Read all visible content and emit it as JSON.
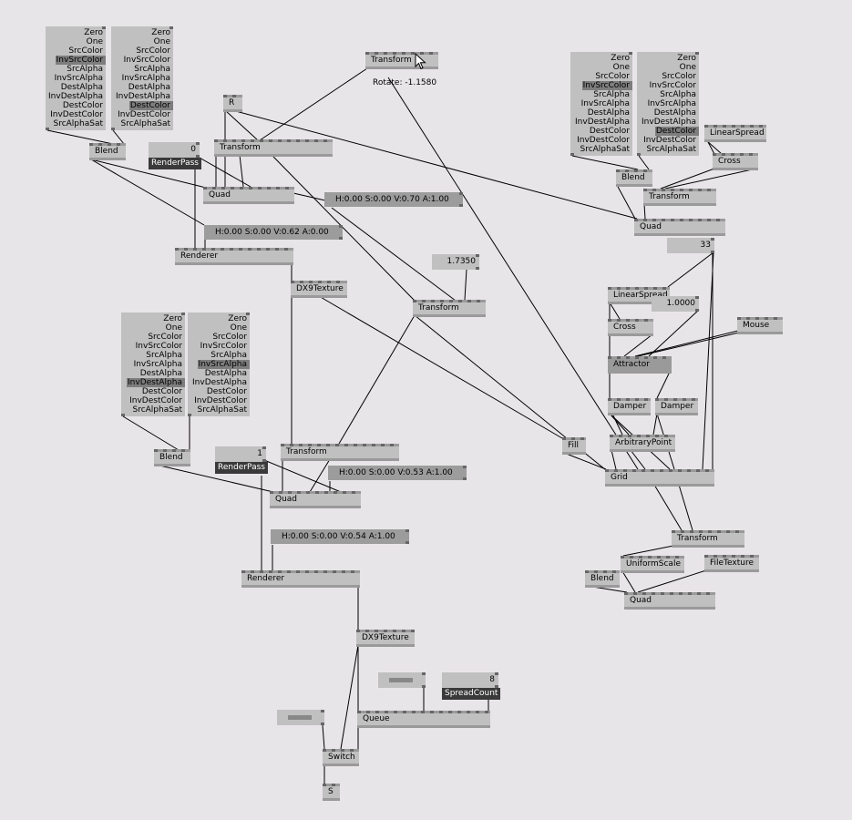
{
  "blend_modes": [
    "Zero",
    "One",
    "SrcColor",
    "InvSrcColor",
    "SrcAlpha",
    "InvSrcAlpha",
    "DestAlpha",
    "InvDestAlpha",
    "DestColor",
    "InvDestColor",
    "SrcAlphaSat"
  ],
  "enums": [
    {
      "id": "enum-1",
      "selected": "InvSrcColor"
    },
    {
      "id": "enum-2",
      "selected": "DestColor"
    },
    {
      "id": "enum-3",
      "selected": "InvSrcColor"
    },
    {
      "id": "enum-4",
      "selected": "DestColor"
    },
    {
      "id": "enum-5",
      "selected": "InvDestAlpha"
    },
    {
      "id": "enum-6",
      "selected": "InvSrcAlpha"
    }
  ],
  "nodes": [
    {
      "id": "blend-1",
      "label": "Blend"
    },
    {
      "id": "transform-top",
      "label": "Transform"
    },
    {
      "id": "r",
      "label": "R"
    },
    {
      "id": "transform-1",
      "label": "Transform"
    },
    {
      "id": "quad-1",
      "label": "Quad"
    },
    {
      "id": "renderer-1",
      "label": "Renderer"
    },
    {
      "id": "dx9texture-1",
      "label": "DX9Texture"
    },
    {
      "id": "transform-2",
      "label": "Transform"
    },
    {
      "id": "blend-2",
      "label": "Blend"
    },
    {
      "id": "linearspread-1",
      "label": "LinearSpread"
    },
    {
      "id": "cross-1",
      "label": "Cross"
    },
    {
      "id": "transform-3",
      "label": "Transform"
    },
    {
      "id": "quad-2",
      "label": "Quad"
    },
    {
      "id": "linearspread-2",
      "label": "LinearSpread"
    },
    {
      "id": "cross-2",
      "label": "Cross"
    },
    {
      "id": "mouse",
      "label": "Mouse"
    },
    {
      "id": "attractor",
      "label": "Attractor"
    },
    {
      "id": "damper-1",
      "label": "Damper"
    },
    {
      "id": "damper-2",
      "label": "Damper"
    },
    {
      "id": "arbitrarypoint",
      "label": "ArbitraryPoint"
    },
    {
      "id": "fill",
      "label": "Fill"
    },
    {
      "id": "grid",
      "label": "Grid"
    },
    {
      "id": "transform-4",
      "label": "Transform"
    },
    {
      "id": "uniformscale",
      "label": "UniformScale"
    },
    {
      "id": "filetexture",
      "label": "FileTexture"
    },
    {
      "id": "blend-3",
      "label": "Blend"
    },
    {
      "id": "quad-3",
      "label": "Quad"
    },
    {
      "id": "blend-4",
      "label": "Blend"
    },
    {
      "id": "transform-5",
      "label": "Transform"
    },
    {
      "id": "quad-4",
      "label": "Quad"
    },
    {
      "id": "renderer-2",
      "label": "Renderer"
    },
    {
      "id": "dx9texture-2",
      "label": "DX9Texture"
    },
    {
      "id": "queue",
      "label": "Queue"
    },
    {
      "id": "switch",
      "label": "Switch"
    },
    {
      "id": "s",
      "label": "S"
    }
  ],
  "ioboxes": [
    {
      "id": "renderpass-1",
      "value": "0",
      "tag": "RenderPass"
    },
    {
      "id": "color-1",
      "value": "H:0.00  S:0.00  V:0.70  A:1.00"
    },
    {
      "id": "color-2",
      "value": "H:0.00  S:0.00  V:0.62  A:0.00"
    },
    {
      "id": "value-1",
      "value": "1.7350"
    },
    {
      "id": "value-33",
      "value": "33"
    },
    {
      "id": "value-2",
      "value": "1.0000"
    },
    {
      "id": "renderpass-2",
      "value": "1",
      "tag": "RenderPass"
    },
    {
      "id": "color-3",
      "value": "H:0.00  S:0.00  V:0.53  A:1.00"
    },
    {
      "id": "color-4",
      "value": "H:0.00  S:0.00  V:0.54  A:1.00"
    },
    {
      "id": "toggle-1",
      "value": null
    },
    {
      "id": "spreadcount",
      "value": "8",
      "tag": "SpreadCount"
    },
    {
      "id": "toggle-2",
      "value": null
    }
  ],
  "tooltip": {
    "text": "Rotate:  -1.1580"
  }
}
